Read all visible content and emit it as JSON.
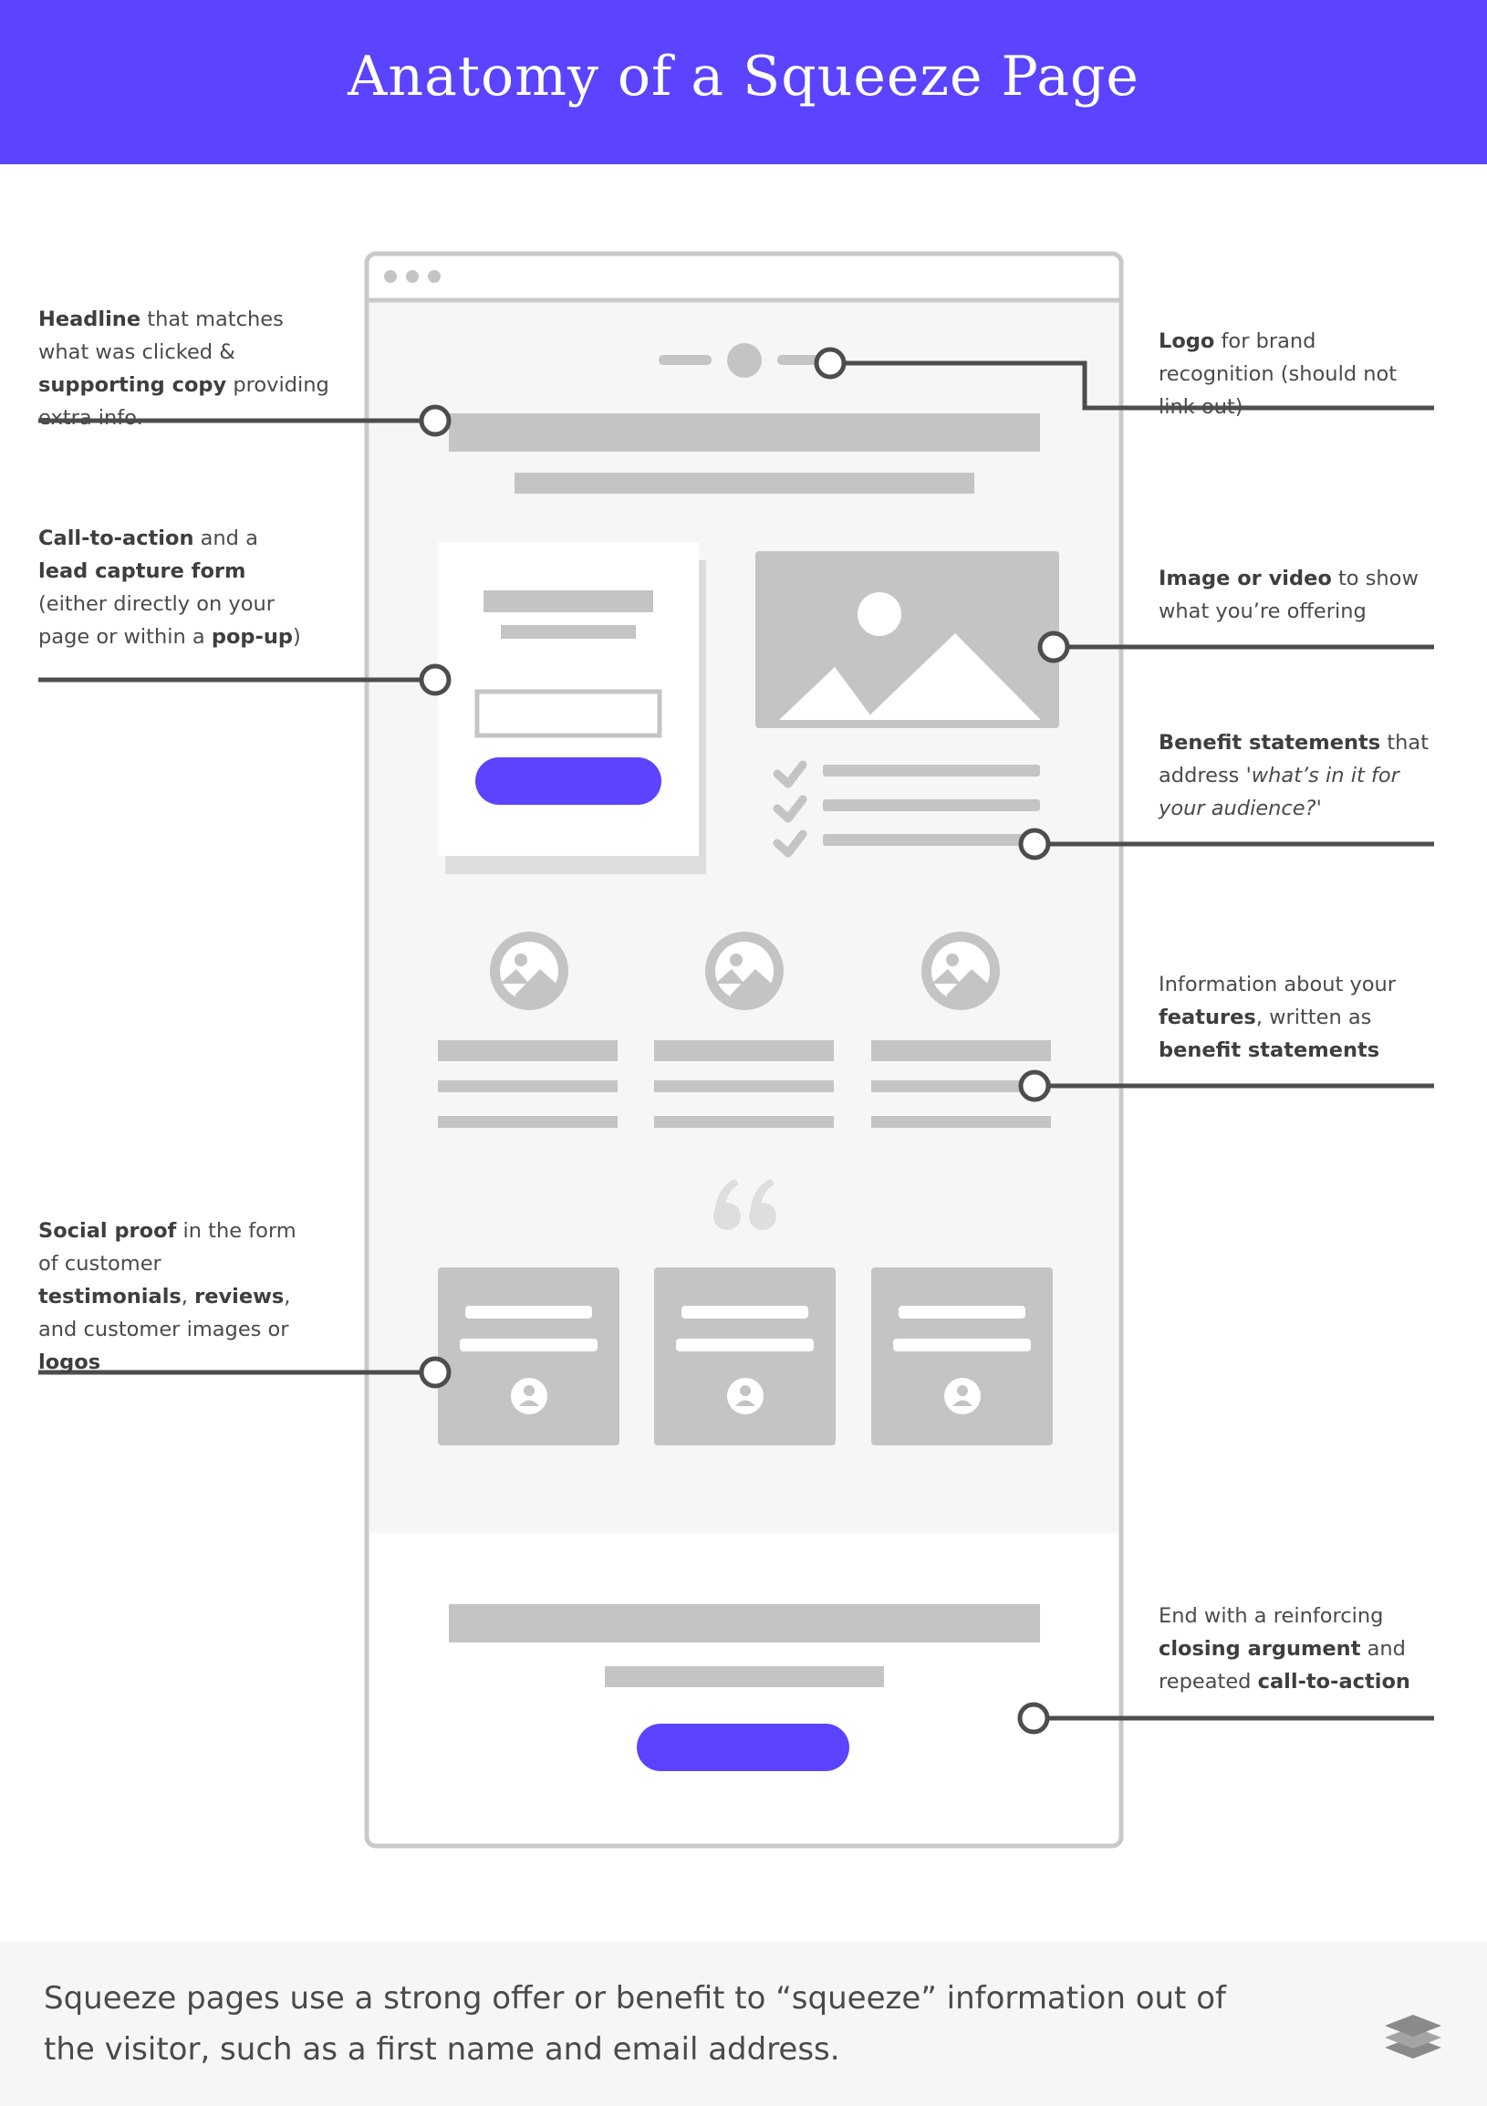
{
  "title": "Anatomy of a Squeeze Page",
  "annotations": {
    "headline": {
      "b1": "Headline",
      "t1": " that matches what was clicked & ",
      "b2": "supporting copy",
      "t2": " providing extra info."
    },
    "logo": {
      "b1": "Logo",
      "t1": " for brand recognition (should not link out)"
    },
    "cta": {
      "b1": "Call-to-action",
      "t1": " and a ",
      "b2": "lead capture form",
      "t2": " (either directly on your page or within a ",
      "b3": "pop-up",
      "t3": ")"
    },
    "image": {
      "b1": "Image or video",
      "t1": " to show what you’re offering"
    },
    "benefits": {
      "b1": "Benefit statements",
      "t1": " that address ",
      "i1": "'what’s in it for your audience?'"
    },
    "features": {
      "t1": "Information about your ",
      "b1": "features",
      "t2": ", written as ",
      "b2": "benefit statements"
    },
    "social": {
      "b1": "Social proof",
      "t1": " in the form of customer ",
      "b2": "testimonials",
      "t2": ", ",
      "b3": "reviews",
      "t3": ", and customer images or ",
      "b4": "logos"
    },
    "closing": {
      "t1": "End with a reinforcing ",
      "b1": "closing argument",
      "t2": " and repeated ",
      "b2": "call-to-action"
    }
  },
  "footer_text": "Squeeze pages use a strong offer or benefit to “squeeze” information out of the visitor, such as a first name and email address.",
  "icons": {
    "quote": "quote-icon",
    "brand": "layers-icon"
  },
  "colors": {
    "accent": "#5b43ff",
    "wire": "#c4c4c4",
    "line": "#4d4d4d",
    "panel": "#f6f6f6"
  }
}
